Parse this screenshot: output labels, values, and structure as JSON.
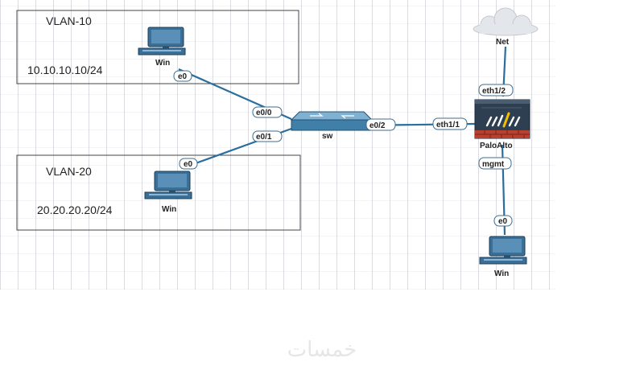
{
  "vlans": [
    {
      "id": "vlan10",
      "name": "VLAN-10",
      "subnet": "10.10.10.10/24"
    },
    {
      "id": "vlan20",
      "name": "VLAN-20",
      "subnet": "20.20.20.20/24"
    }
  ],
  "devices": {
    "pc_vlan10": "Win",
    "pc_vlan20": "Win",
    "switch": "sw",
    "firewall": "PaloAlto",
    "cloud": "Net",
    "pc_mgmt": "Win"
  },
  "ports": {
    "pc10_e0": "e0",
    "sw_e0_0": "e0/0",
    "sw_e0_1": "e0/1",
    "pc20_e0": "e0",
    "sw_e0_2": "e0/2",
    "fw_eth1_1": "eth1/1",
    "fw_eth1_2": "eth1/2",
    "fw_mgmt": "mgmt",
    "pcm_e0": "e0"
  },
  "links": [
    {
      "from": "pc_vlan10",
      "to": "switch",
      "from_port": "e0",
      "to_port": "e0/0"
    },
    {
      "from": "pc_vlan20",
      "to": "switch",
      "from_port": "e0",
      "to_port": "e0/1"
    },
    {
      "from": "switch",
      "to": "firewall",
      "from_port": "e0/2",
      "to_port": "eth1/1"
    },
    {
      "from": "firewall",
      "to": "cloud",
      "from_port": "eth1/2",
      "to_port": ""
    },
    {
      "from": "firewall",
      "to": "pc_mgmt",
      "from_port": "mgmt",
      "to_port": "e0"
    }
  ],
  "watermark": "خمسات",
  "colors": {
    "link": "#2b6e9e",
    "switch": "#3f7fa8",
    "firewall": "#2e3f52",
    "pc": "#3a6f97"
  }
}
